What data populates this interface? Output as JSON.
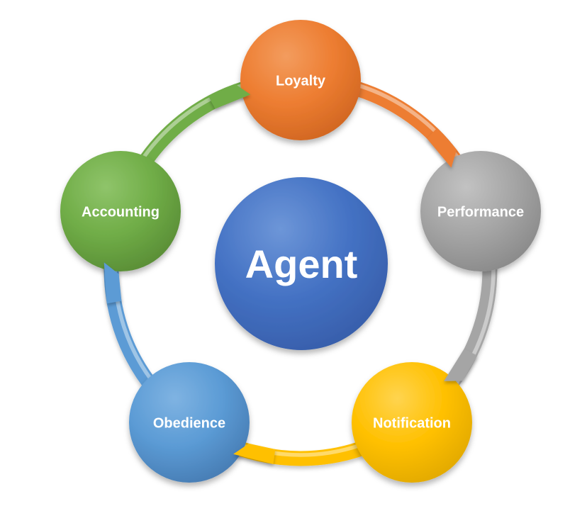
{
  "diagram": {
    "type": "cycle",
    "background": "#ffffff",
    "center": {
      "id": "agent",
      "label": "Agent",
      "color": "#4472C4",
      "color_light": "#6D96D8",
      "color_dark": "#365CA8"
    },
    "nodes": [
      {
        "id": "loyalty",
        "label": "Loyalty",
        "color": "#ED7D31",
        "color_light": "#F39C5E",
        "color_dark": "#CE6420",
        "position": "top"
      },
      {
        "id": "performance",
        "label": "Performance",
        "color": "#A5A5A5",
        "color_light": "#C2C2C2",
        "color_dark": "#878787",
        "position": "right"
      },
      {
        "id": "notification",
        "label": "Notification",
        "color": "#FFC000",
        "color_light": "#FFD44F",
        "color_dark": "#DFA700",
        "position": "bottom-right"
      },
      {
        "id": "obedience",
        "label": "Obedience",
        "color": "#5B9BD5",
        "color_light": "#7FB3E2",
        "color_dark": "#4579B0",
        "position": "bottom-left"
      },
      {
        "id": "accounting",
        "label": "Accounting",
        "color": "#70AD47",
        "color_light": "#8FC46A",
        "color_dark": "#578A34",
        "position": "left"
      }
    ],
    "connectors": [
      {
        "from": "accounting",
        "to": "loyalty",
        "color": "#70AD47"
      },
      {
        "from": "loyalty",
        "to": "performance",
        "color": "#ED7D31"
      },
      {
        "from": "performance",
        "to": "notification",
        "color": "#A5A5A5"
      },
      {
        "from": "notification",
        "to": "obedience",
        "color": "#FFC000"
      },
      {
        "from": "obedience",
        "to": "accounting",
        "color": "#5B9BD5"
      }
    ]
  }
}
